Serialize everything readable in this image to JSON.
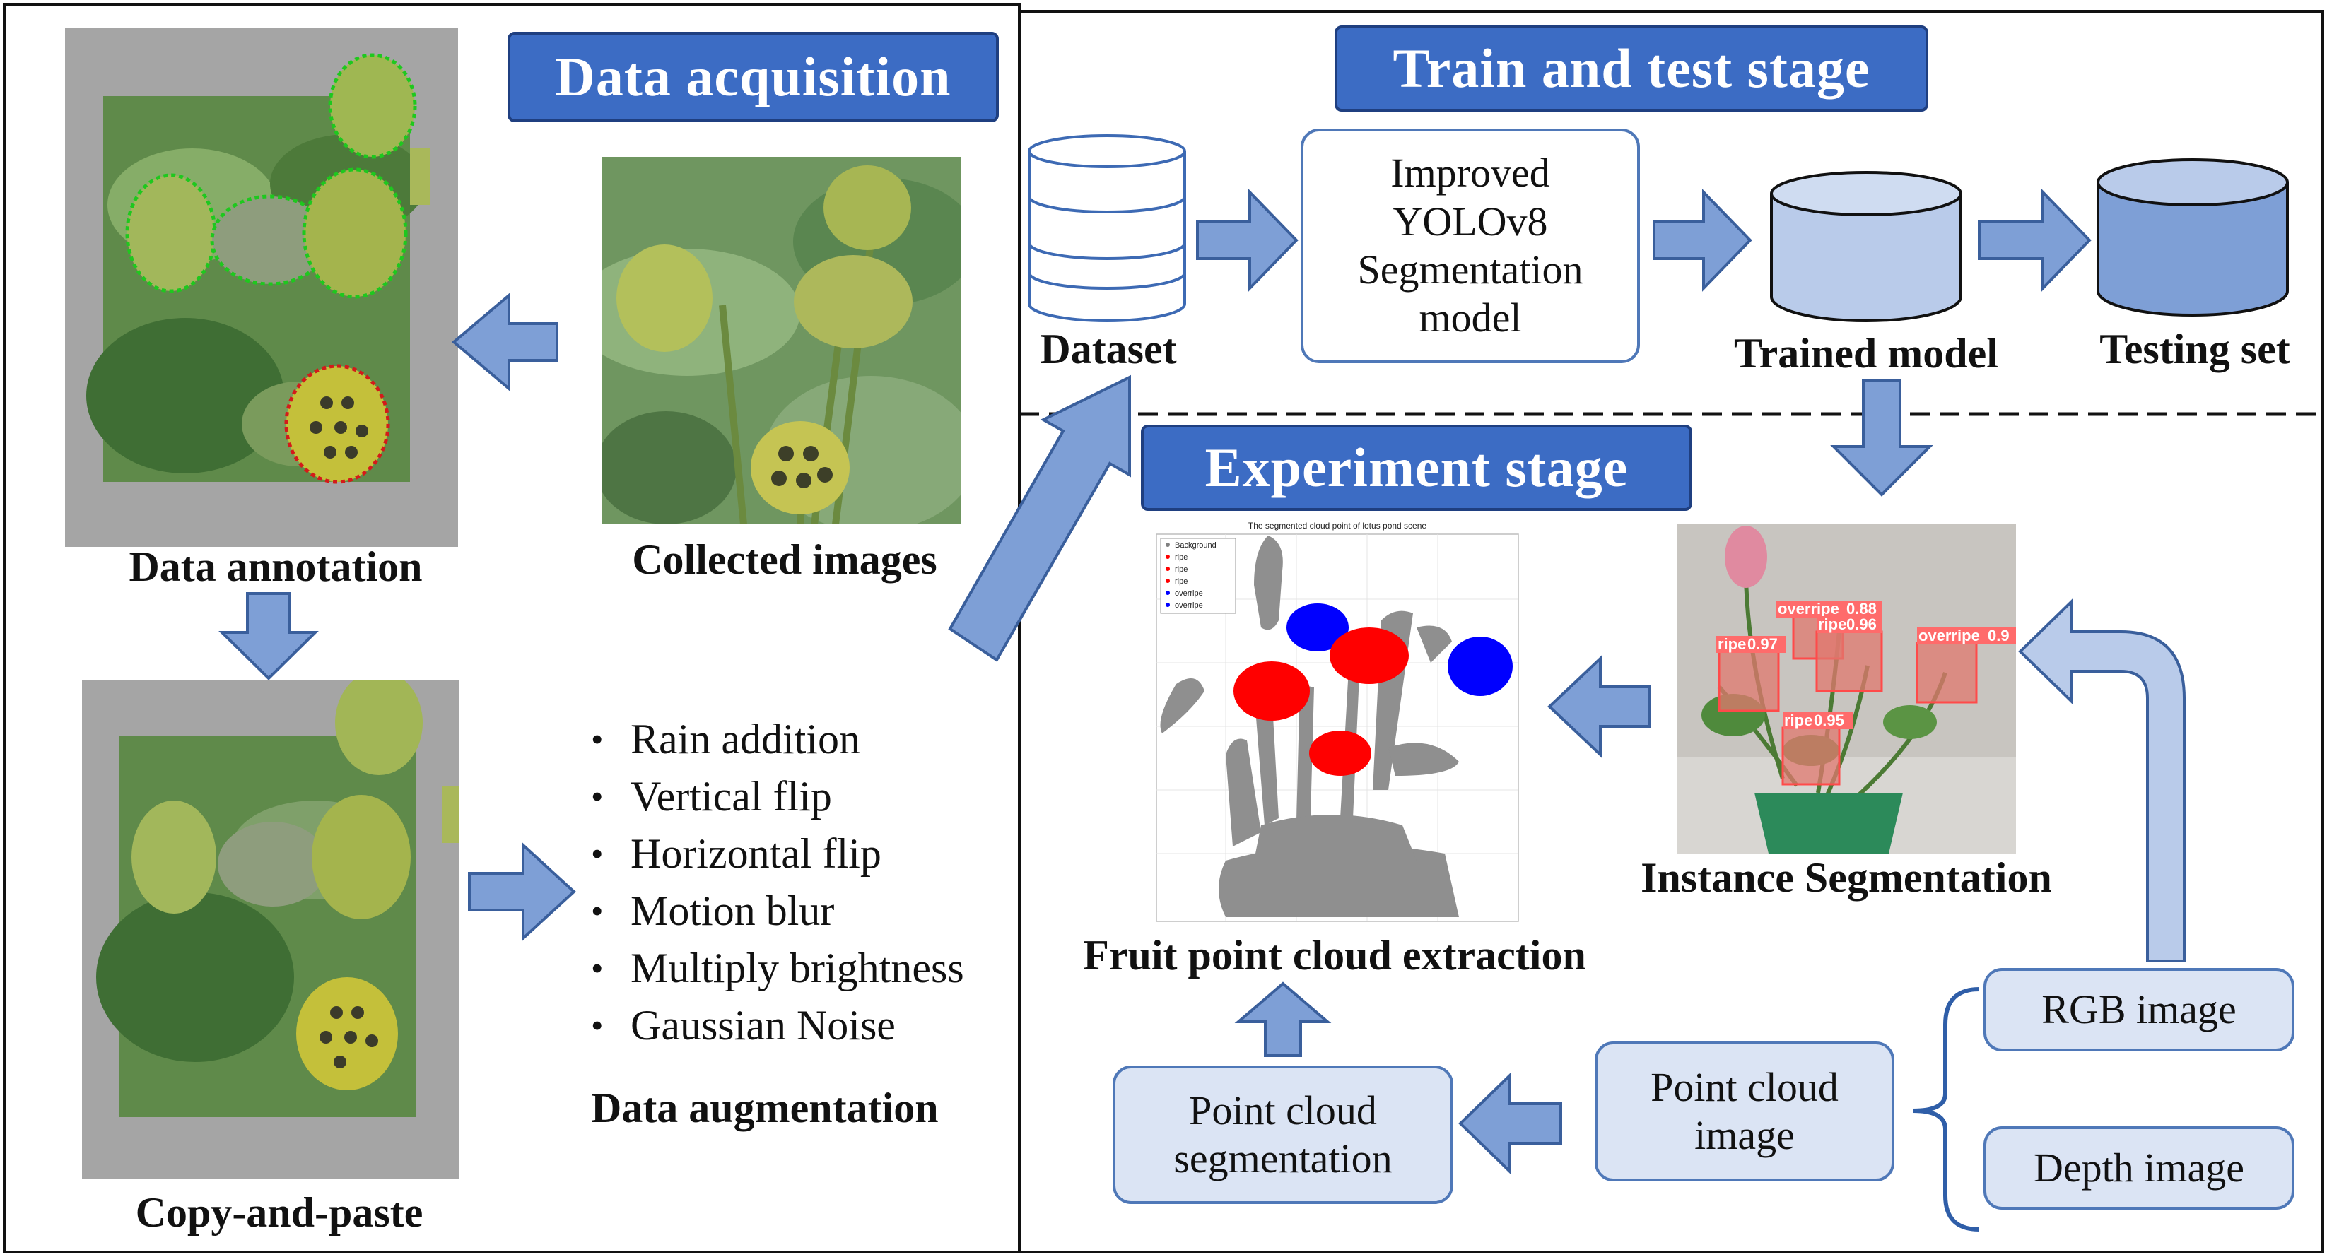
{
  "stages": {
    "data_acquisition": "Data acquisition",
    "train_test": "Train and test stage",
    "experiment": "Experiment stage"
  },
  "left_panel": {
    "data_annotation": "Data annotation",
    "collected_images": "Collected images",
    "copy_and_paste": "Copy-and-paste",
    "data_augmentation": "Data augmentation",
    "augmentations": [
      "Rain addition",
      "Vertical flip",
      "Horizontal flip",
      "Motion blur",
      "Multiply brightness",
      "Gaussian Noise"
    ]
  },
  "train_test": {
    "dataset": "Dataset",
    "model_lines": [
      "Improved",
      "YOLOv8",
      "Segmentation",
      "model"
    ],
    "trained_model": "Trained model",
    "testing_set": "Testing set"
  },
  "experiment": {
    "fruit_point_cloud_extraction": "Fruit point cloud extraction",
    "instance_segmentation": "Instance Segmentation",
    "point_cloud_segmentation_lines": [
      "Point cloud",
      "segmentation"
    ],
    "point_cloud_image_lines": [
      "Point cloud",
      "image"
    ],
    "rgb_image": "RGB image",
    "depth_image": "Depth image",
    "plot_title": "The segmented cloud point of lotus pond scene",
    "plot_legend": [
      "Background",
      "ripe",
      "ripe",
      "ripe",
      "overripe",
      "overripe"
    ],
    "detections": [
      {
        "label": "overripe",
        "score": "0.88"
      },
      {
        "label": "ripe",
        "score": "0.96"
      },
      {
        "label": "ripe",
        "score": "0.97"
      },
      {
        "label": "overripe",
        "score": "0.9"
      },
      {
        "label": "ripe",
        "score": "0.95"
      }
    ]
  },
  "colors": {
    "stage_fill": "#3c6cc4",
    "box_border": "#4f78b8",
    "box_fill": "#dbe4f4",
    "arrow_fill": "#7e9fd6",
    "ripe_color": "#ff0000",
    "overripe_color": "#0000ff"
  }
}
